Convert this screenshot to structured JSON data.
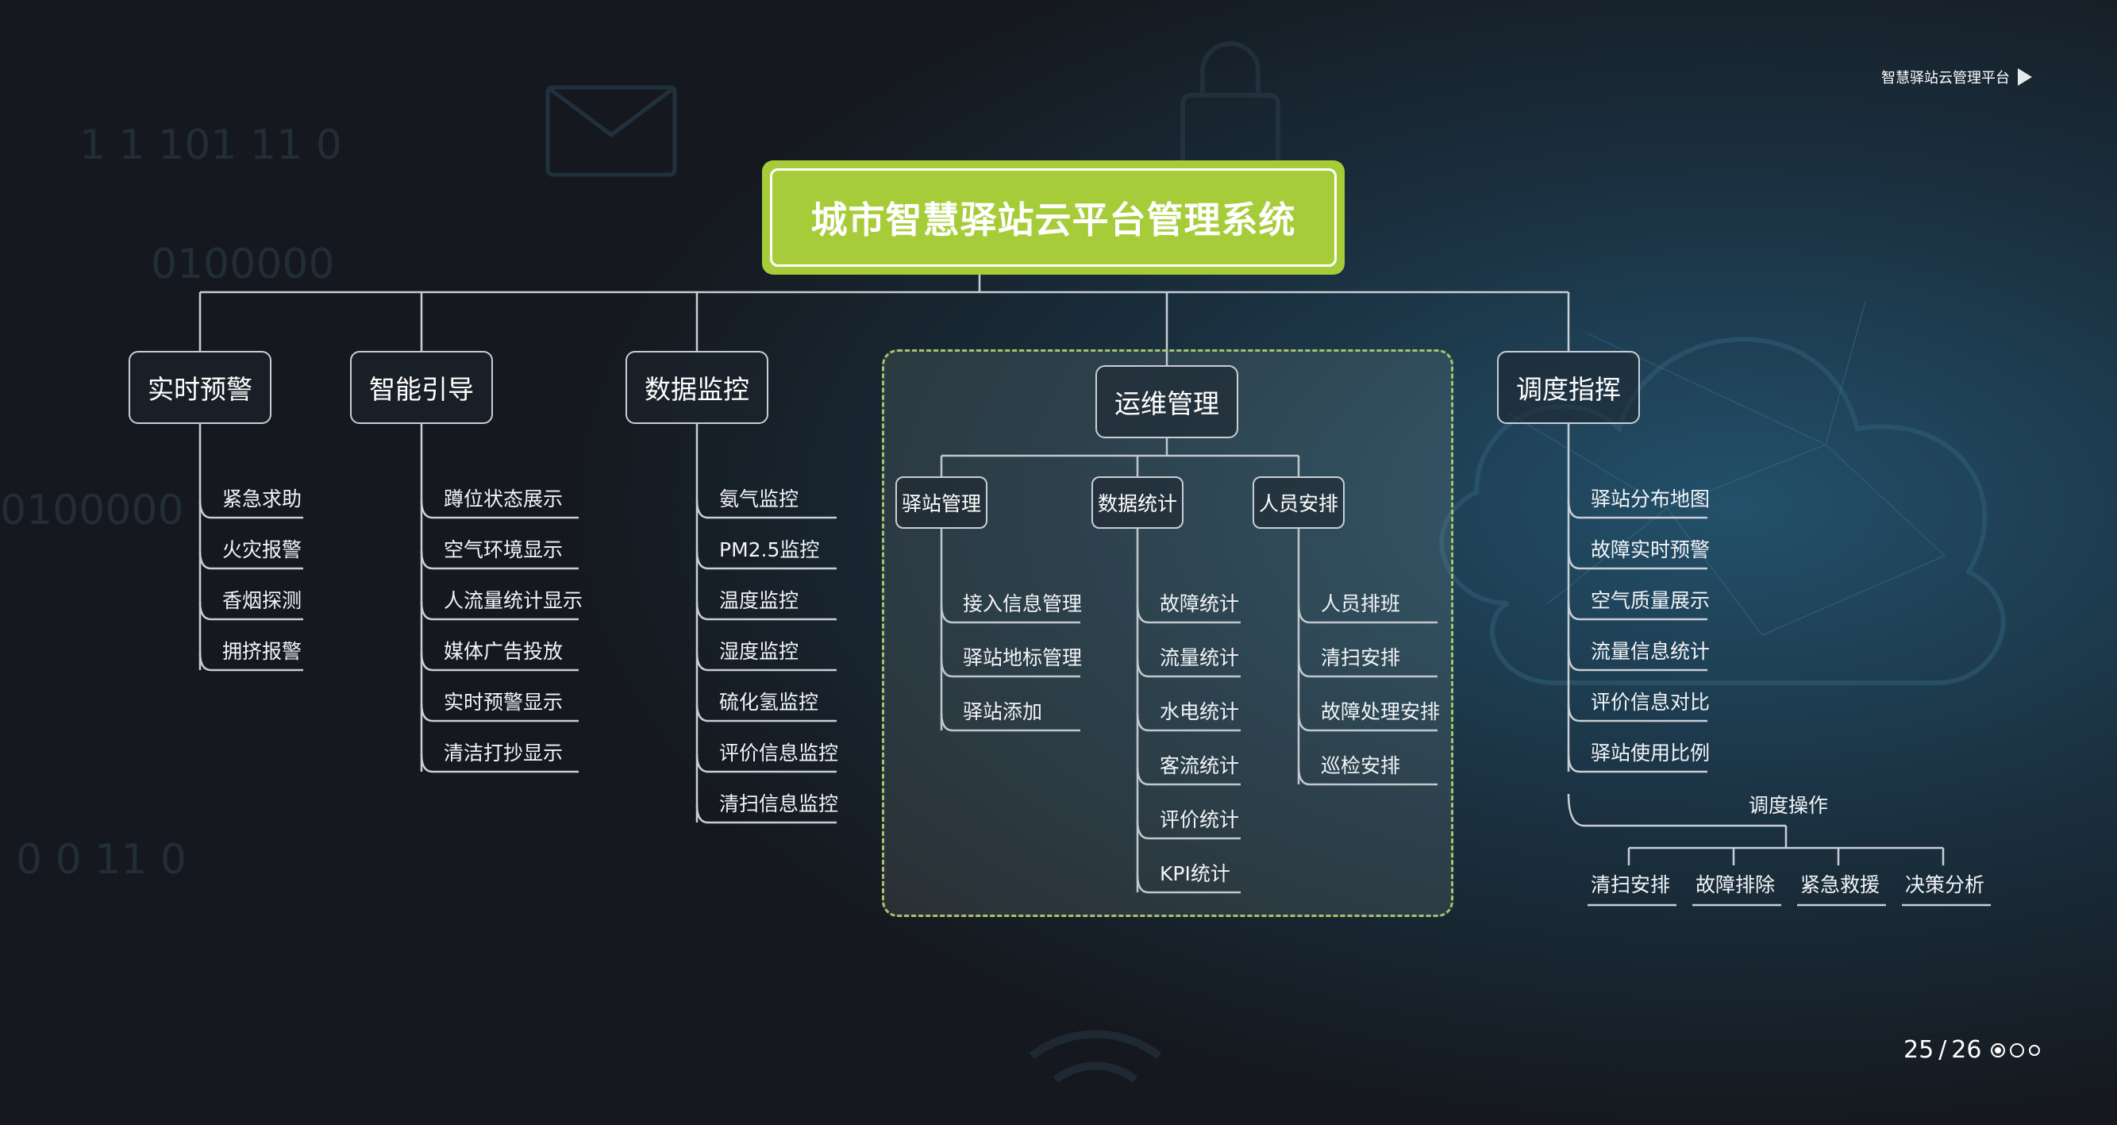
{
  "header": {
    "subtitle": "智慧驿站云管理平台"
  },
  "title": "城市智慧驿站云平台管理系统",
  "categories": [
    {
      "label": "实时预警",
      "items": [
        "紧急求助",
        "火灾报警",
        "香烟探测",
        "拥挤报警"
      ]
    },
    {
      "label": "智能引导",
      "items": [
        "蹲位状态展示",
        "空气环境显示",
        "人流量统计显示",
        "媒体广告投放",
        "实时预警显示",
        "清洁打抄显示"
      ]
    },
    {
      "label": "数据监控",
      "items": [
        "氨气监控",
        "PM2.5监控",
        "温度监控",
        "湿度监控",
        "硫化氢监控",
        "评价信息监控",
        "清扫信息监控"
      ]
    },
    {
      "label": "运维管理",
      "subgroups": [
        {
          "label": "驿站管理",
          "items": [
            "接入信息管理",
            "驿站地标管理",
            "驿站添加"
          ]
        },
        {
          "label": "数据统计",
          "items": [
            "故障统计",
            "流量统计",
            "水电统计",
            "客流统计",
            "评价统计",
            "KPI统计"
          ]
        },
        {
          "label": "人员安排",
          "items": [
            "人员排班",
            "清扫安排",
            "故障处理安排",
            "巡检安排"
          ]
        }
      ]
    },
    {
      "label": "调度指挥",
      "items": [
        "驿站分布地图",
        "故障实时预警",
        "空气质量展示",
        "流量信息统计",
        "评价信息对比",
        "驿站使用比例"
      ],
      "operation": {
        "label": "调度操作",
        "items": [
          "清扫安排",
          "故障排除",
          "紧急救援",
          "决策分析"
        ]
      }
    }
  ],
  "pager": {
    "current": "25",
    "total": "26"
  },
  "colors": {
    "accent": "#a7cc3a",
    "line": "#c9ced6",
    "dashed": "#a5c46a"
  }
}
